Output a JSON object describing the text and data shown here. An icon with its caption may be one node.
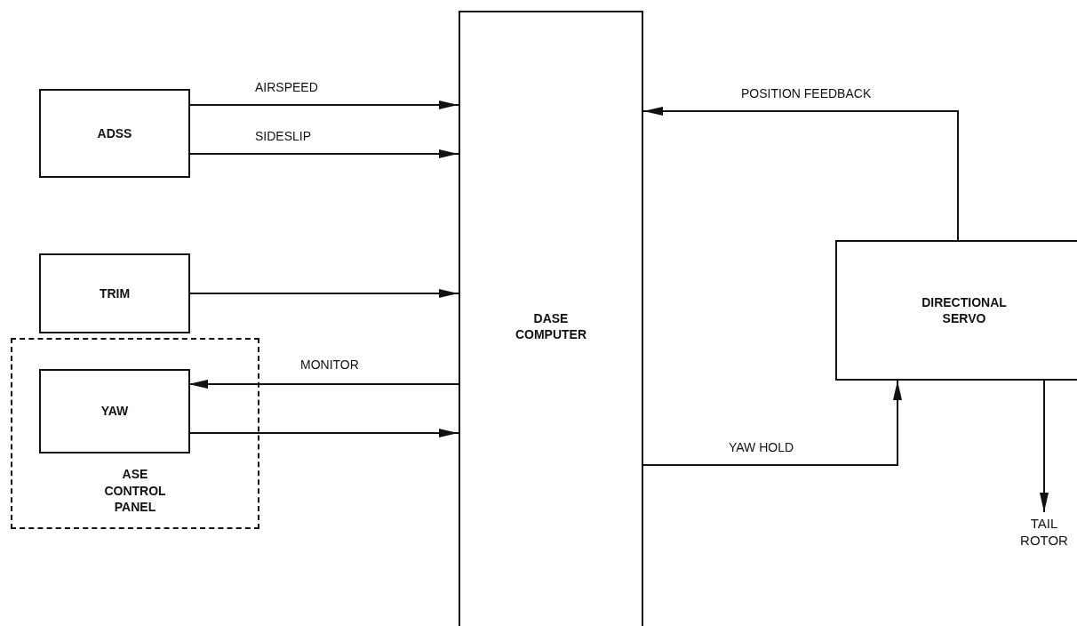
{
  "diagram": {
    "nodes": [
      {
        "text": [
          "ADSS"
        ]
      },
      {
        "text": [
          "TRIM"
        ]
      },
      {
        "text": [
          "ASE CONTROL PANEL"
        ]
      },
      {
        "text": [
          "YAW"
        ],
        "in": 2
      },
      {
        "text": [
          "DASE COMPUTER"
        ]
      },
      {
        "text": [
          "DIRECTIONAL SERVO"
        ]
      },
      {
        "text": [
          "TAIL ROTOR"
        ]
      }
    ],
    "edges": [
      {
        "from": 0,
        "to": 4,
        "arrow": "to",
        "label": "AIRSPEED"
      },
      {
        "from": 0,
        "to": 4,
        "arrow": "to",
        "label": "SIDESLIP"
      },
      {
        "from": 1,
        "to": 4,
        "arrow": "to"
      },
      {
        "from": 4,
        "to": 3,
        "arrow": "to",
        "label": "MONITOR"
      },
      {
        "from": 3,
        "to": 4,
        "arrow": "to"
      },
      {
        "from": 4,
        "to": 5,
        "arrow": "to",
        "label": "YAW HOLD"
      },
      {
        "from": 5,
        "to": 4,
        "arrow": "to",
        "label": "POSITION FEEDBACK"
      },
      {
        "from": 5,
        "to": 6,
        "arrow": "to"
      }
    ]
  }
}
